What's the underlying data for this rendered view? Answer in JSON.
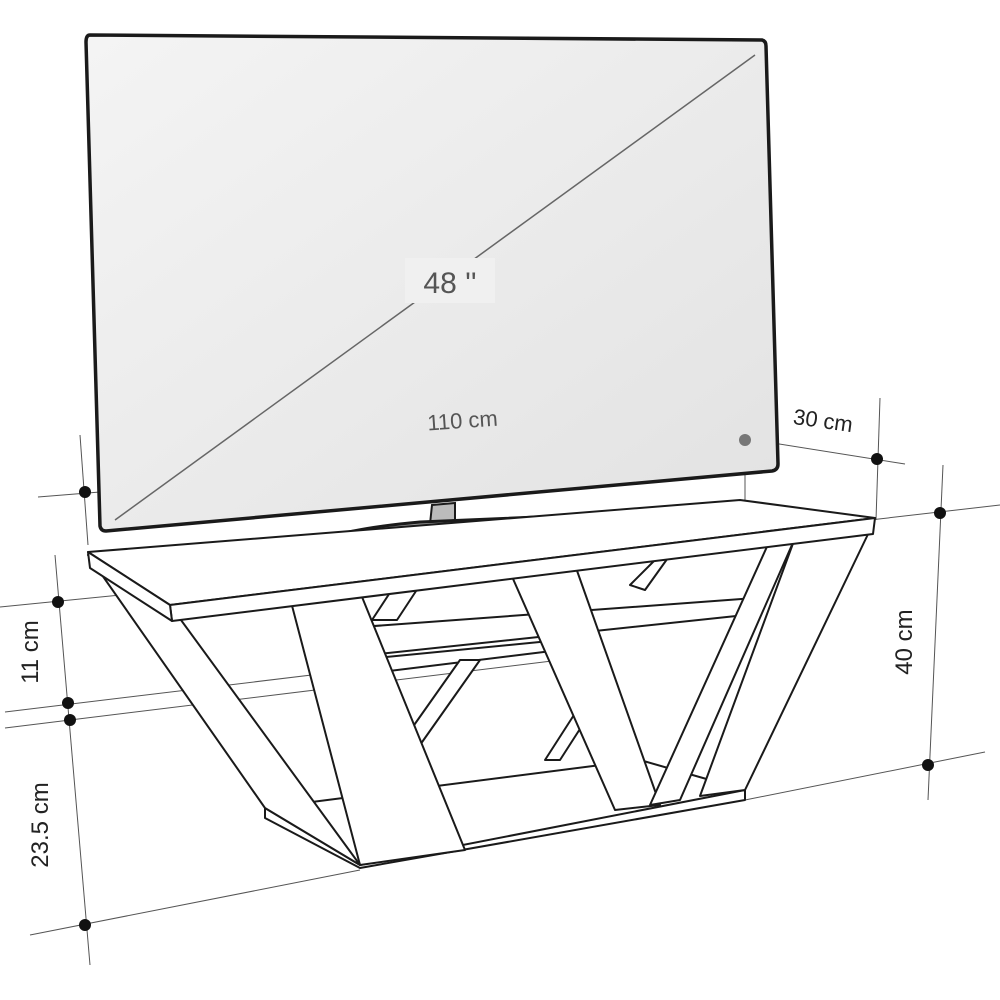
{
  "labels": {
    "diagonal": "48 ''",
    "width": "110 cm",
    "depth": "30 cm",
    "height": "40 cm",
    "shelf_gap": "11 cm",
    "lower_height": "23.5 cm"
  },
  "colors": {
    "outline": "#1a1a1a",
    "screen": "#ececec",
    "dimension_line": "#555555",
    "diagonal_text": "#555555"
  }
}
